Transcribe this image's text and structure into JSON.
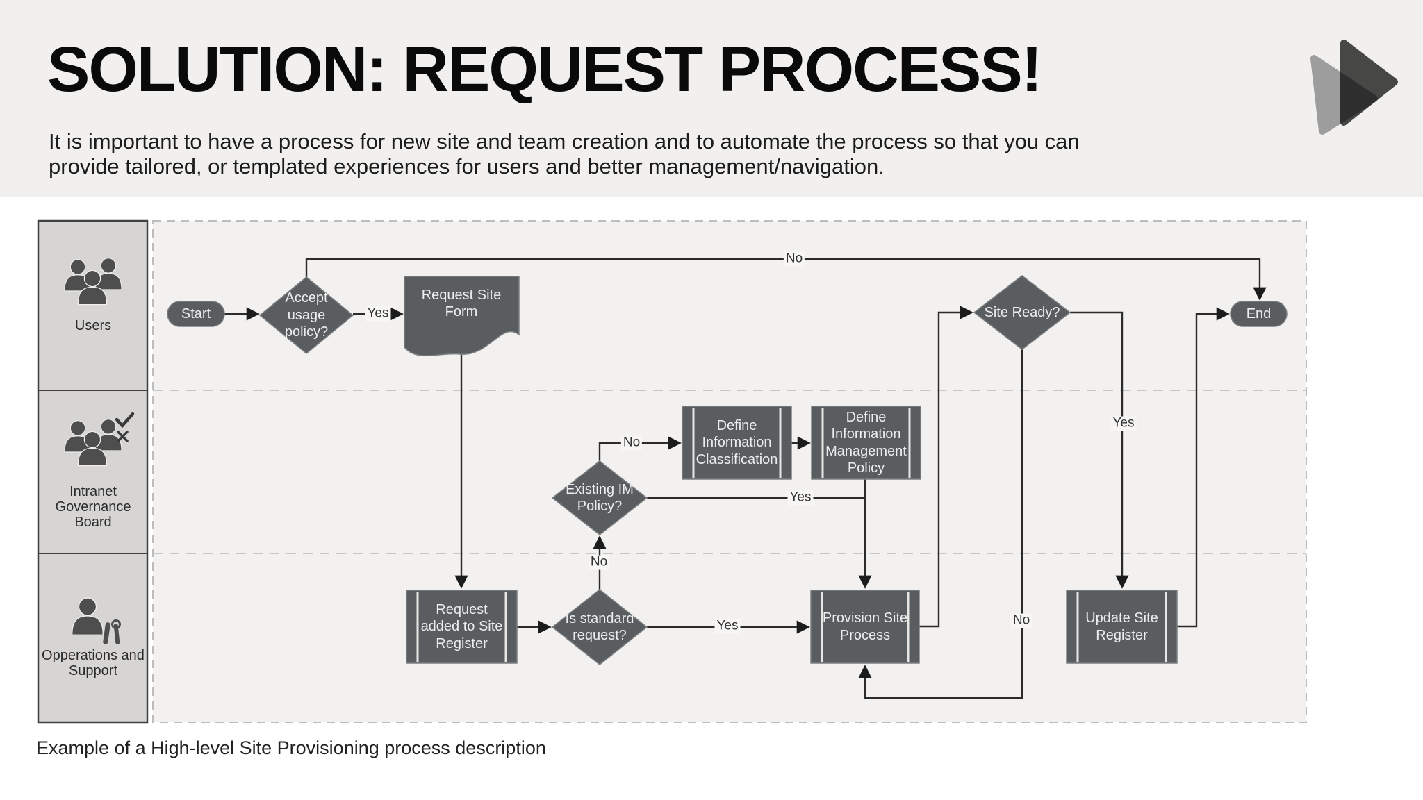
{
  "slide": {
    "title": "SOLUTION: REQUEST PROCESS!",
    "subtitle_line1": "It is important to have a process for new site and team creation and to automate the process so that you can",
    "subtitle_line2": "provide tailored, or templated experiences for users and better management/navigation.",
    "caption": "Example of a High-level Site Provisioning process description"
  },
  "logo": {
    "name": "play-triangles-logo"
  },
  "colors": {
    "header_bg": "#f1f0ee",
    "page_bg": "#ffffff",
    "lane_fill": "#d6d5d4",
    "lane_border": "#414141",
    "container_fill": "#f2f1ef",
    "container_border": "#bdbdbd",
    "node_fill": "#595d5f",
    "node_text": "#e9ebeb",
    "edge_color": "#2b2b2b"
  },
  "lanes": [
    {
      "label": "Users",
      "icon": "users-group-icon"
    },
    {
      "label": "Intranet Governance Board",
      "icon": "governance-approval-icon"
    },
    {
      "label": "Opperations and Support",
      "icon": "operations-support-icon"
    }
  ],
  "nodes": {
    "start": {
      "label": "Start",
      "type": "terminator"
    },
    "accept_usage": {
      "label": "Accept usage policy?",
      "type": "decision"
    },
    "request_site_form": {
      "label": "Request Site Form",
      "type": "document"
    },
    "define_info_classification": {
      "label": "Define Information Classification",
      "type": "subprocess"
    },
    "define_info_mgmt_policy": {
      "label": "Define Information Management Policy",
      "type": "subprocess"
    },
    "existing_im_policy": {
      "label": "Existing IM Policy?",
      "type": "decision"
    },
    "request_added_register": {
      "label": "Request added to Site Register",
      "type": "subprocess"
    },
    "is_standard_request": {
      "label": "Is standard request?",
      "type": "decision"
    },
    "provision_site_process": {
      "label": "Provision Site Process",
      "type": "subprocess"
    },
    "site_ready": {
      "label": "Site Ready?",
      "type": "decision"
    },
    "update_site_register": {
      "label": "Update Site Register",
      "type": "subprocess"
    },
    "end": {
      "label": "End",
      "type": "terminator"
    }
  },
  "edge_labels": {
    "accept_yes": "Yes",
    "accept_no": "No",
    "existing_no": "No",
    "existing_yes": "Yes",
    "standard_no": "No",
    "standard_yes": "Yes",
    "site_ready_yes": "Yes",
    "site_ready_no": "No"
  }
}
